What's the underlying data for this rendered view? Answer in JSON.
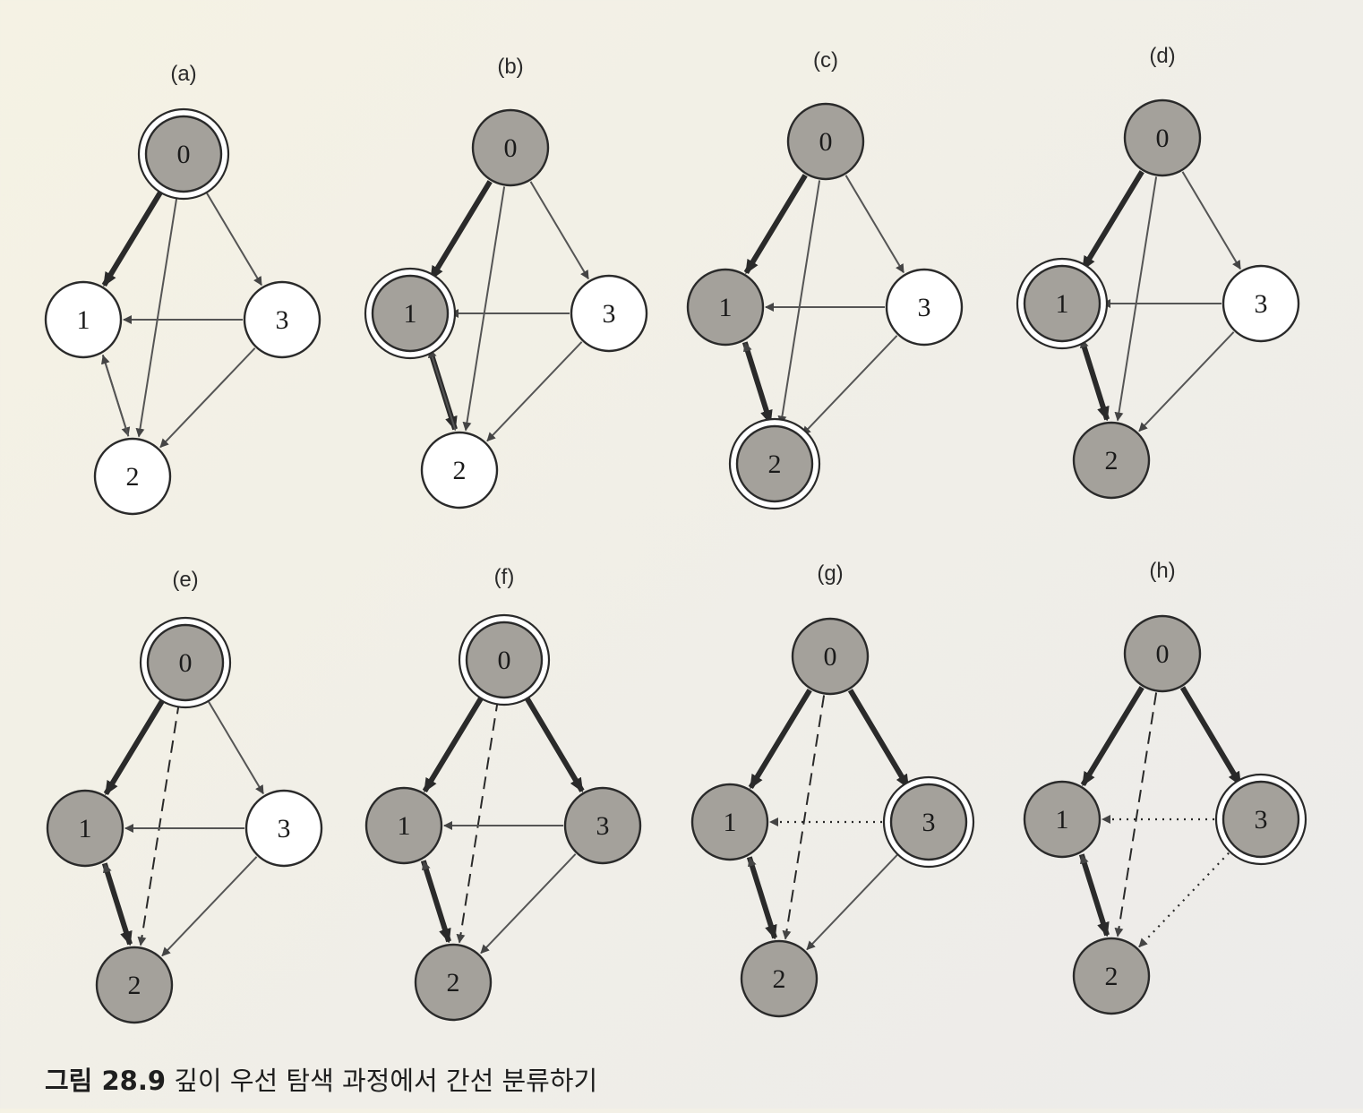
{
  "caption": {
    "number": "그림 28.9",
    "text": "깊이 우선 탐색 과정에서 간선 분류하기"
  },
  "colors": {
    "visited": "#a4a19b",
    "unvisited": "#ffffff",
    "stroke": "#2a2a2a",
    "tree_edge": "#2a2a2a",
    "thin_edge": "#555555"
  },
  "edge_styles": [
    "thick",
    "thin",
    "dashed",
    "dotted"
  ],
  "panels": [
    {
      "label": "(a)",
      "nodes": [
        {
          "id": "0",
          "state": "visited",
          "current": true
        },
        {
          "id": "1",
          "state": "unvisited",
          "current": false
        },
        {
          "id": "2",
          "state": "unvisited",
          "current": false
        },
        {
          "id": "3",
          "state": "unvisited",
          "current": false
        }
      ],
      "edges": [
        {
          "from": "0",
          "to": "1",
          "style": "thick"
        },
        {
          "from": "0",
          "to": "2",
          "style": "thin"
        },
        {
          "from": "0",
          "to": "3",
          "style": "thin"
        },
        {
          "from": "1",
          "to": "2",
          "style": "thin"
        },
        {
          "from": "2",
          "to": "1",
          "style": "thin"
        },
        {
          "from": "3",
          "to": "1",
          "style": "thin"
        },
        {
          "from": "3",
          "to": "2",
          "style": "thin"
        }
      ]
    },
    {
      "label": "(b)",
      "nodes": [
        {
          "id": "0",
          "state": "visited",
          "current": false
        },
        {
          "id": "1",
          "state": "visited",
          "current": true
        },
        {
          "id": "2",
          "state": "unvisited",
          "current": false
        },
        {
          "id": "3",
          "state": "unvisited",
          "current": false
        }
      ],
      "edges": [
        {
          "from": "0",
          "to": "1",
          "style": "thick"
        },
        {
          "from": "0",
          "to": "2",
          "style": "thin"
        },
        {
          "from": "0",
          "to": "3",
          "style": "thin"
        },
        {
          "from": "1",
          "to": "2",
          "style": "thick"
        },
        {
          "from": "2",
          "to": "1",
          "style": "thin"
        },
        {
          "from": "3",
          "to": "1",
          "style": "thin"
        },
        {
          "from": "3",
          "to": "2",
          "style": "thin"
        }
      ]
    },
    {
      "label": "(c)",
      "nodes": [
        {
          "id": "0",
          "state": "visited",
          "current": false
        },
        {
          "id": "1",
          "state": "visited",
          "current": false
        },
        {
          "id": "2",
          "state": "visited",
          "current": true
        },
        {
          "id": "3",
          "state": "unvisited",
          "current": false
        }
      ],
      "edges": [
        {
          "from": "0",
          "to": "1",
          "style": "thick"
        },
        {
          "from": "0",
          "to": "2",
          "style": "thin"
        },
        {
          "from": "0",
          "to": "3",
          "style": "thin"
        },
        {
          "from": "1",
          "to": "2",
          "style": "thick"
        },
        {
          "from": "2",
          "to": "1",
          "style": "dashed"
        },
        {
          "from": "3",
          "to": "1",
          "style": "thin"
        },
        {
          "from": "3",
          "to": "2",
          "style": "thin"
        }
      ]
    },
    {
      "label": "(d)",
      "nodes": [
        {
          "id": "0",
          "state": "visited",
          "current": false
        },
        {
          "id": "1",
          "state": "visited",
          "current": true
        },
        {
          "id": "2",
          "state": "visited",
          "current": false
        },
        {
          "id": "3",
          "state": "unvisited",
          "current": false
        }
      ],
      "edges": [
        {
          "from": "0",
          "to": "1",
          "style": "thick"
        },
        {
          "from": "0",
          "to": "2",
          "style": "thin"
        },
        {
          "from": "0",
          "to": "3",
          "style": "thin"
        },
        {
          "from": "1",
          "to": "2",
          "style": "thick"
        },
        {
          "from": "2",
          "to": "1",
          "style": "dashed"
        },
        {
          "from": "3",
          "to": "1",
          "style": "thin"
        },
        {
          "from": "3",
          "to": "2",
          "style": "thin"
        }
      ]
    },
    {
      "label": "(e)",
      "nodes": [
        {
          "id": "0",
          "state": "visited",
          "current": true
        },
        {
          "id": "1",
          "state": "visited",
          "current": false
        },
        {
          "id": "2",
          "state": "visited",
          "current": false
        },
        {
          "id": "3",
          "state": "unvisited",
          "current": false
        }
      ],
      "edges": [
        {
          "from": "0",
          "to": "1",
          "style": "thick"
        },
        {
          "from": "0",
          "to": "2",
          "style": "dashed"
        },
        {
          "from": "0",
          "to": "3",
          "style": "thin"
        },
        {
          "from": "1",
          "to": "2",
          "style": "thick"
        },
        {
          "from": "2",
          "to": "1",
          "style": "dashed"
        },
        {
          "from": "3",
          "to": "1",
          "style": "thin"
        },
        {
          "from": "3",
          "to": "2",
          "style": "thin"
        }
      ]
    },
    {
      "label": "(f)",
      "nodes": [
        {
          "id": "0",
          "state": "visited",
          "current": true
        },
        {
          "id": "1",
          "state": "visited",
          "current": false
        },
        {
          "id": "2",
          "state": "visited",
          "current": false
        },
        {
          "id": "3",
          "state": "visited",
          "current": false
        }
      ],
      "edges": [
        {
          "from": "0",
          "to": "1",
          "style": "thick"
        },
        {
          "from": "0",
          "to": "2",
          "style": "dashed"
        },
        {
          "from": "0",
          "to": "3",
          "style": "thick"
        },
        {
          "from": "1",
          "to": "2",
          "style": "thick"
        },
        {
          "from": "2",
          "to": "1",
          "style": "dashed"
        },
        {
          "from": "3",
          "to": "1",
          "style": "thin"
        },
        {
          "from": "3",
          "to": "2",
          "style": "thin"
        }
      ]
    },
    {
      "label": "(g)",
      "nodes": [
        {
          "id": "0",
          "state": "visited",
          "current": false
        },
        {
          "id": "1",
          "state": "visited",
          "current": false
        },
        {
          "id": "2",
          "state": "visited",
          "current": false
        },
        {
          "id": "3",
          "state": "visited",
          "current": true
        }
      ],
      "edges": [
        {
          "from": "0",
          "to": "1",
          "style": "thick"
        },
        {
          "from": "0",
          "to": "2",
          "style": "dashed"
        },
        {
          "from": "0",
          "to": "3",
          "style": "thick"
        },
        {
          "from": "1",
          "to": "2",
          "style": "thick"
        },
        {
          "from": "2",
          "to": "1",
          "style": "dashed"
        },
        {
          "from": "3",
          "to": "1",
          "style": "dotted"
        },
        {
          "from": "3",
          "to": "2",
          "style": "thin"
        }
      ]
    },
    {
      "label": "(h)",
      "nodes": [
        {
          "id": "0",
          "state": "visited",
          "current": false
        },
        {
          "id": "1",
          "state": "visited",
          "current": false
        },
        {
          "id": "2",
          "state": "visited",
          "current": false
        },
        {
          "id": "3",
          "state": "visited",
          "current": true
        }
      ],
      "edges": [
        {
          "from": "0",
          "to": "1",
          "style": "thick"
        },
        {
          "from": "0",
          "to": "2",
          "style": "dashed"
        },
        {
          "from": "0",
          "to": "3",
          "style": "thick"
        },
        {
          "from": "1",
          "to": "2",
          "style": "thick"
        },
        {
          "from": "2",
          "to": "1",
          "style": "dashed"
        },
        {
          "from": "3",
          "to": "1",
          "style": "dotted"
        },
        {
          "from": "3",
          "to": "2",
          "style": "dotted"
        }
      ]
    }
  ]
}
